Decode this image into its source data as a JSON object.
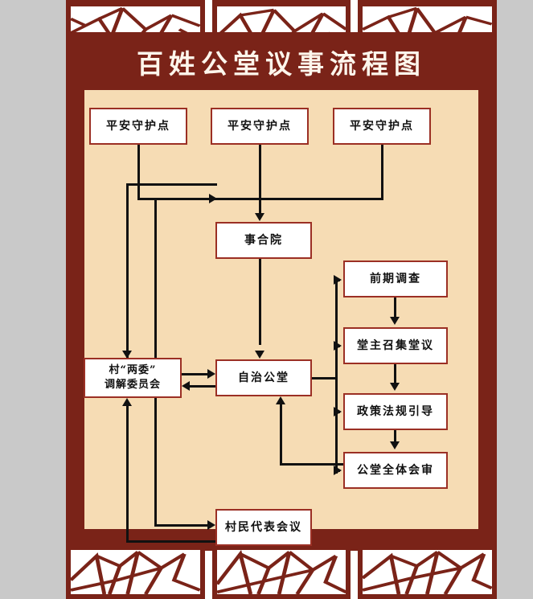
{
  "poster": {
    "title": "百姓公堂议事流程图",
    "colors": {
      "frame_red": "#7a2318",
      "board_tan": "#f6dcb4",
      "node_border": "#9b2f24",
      "node_fill": "#ffffff",
      "line_black": "#111111",
      "page_gray": "#c9c9c9",
      "title_text": "#fdf6ec"
    },
    "ornament": {
      "name": "ice-crack-lattice",
      "top_panels": 3,
      "bottom_panels": 3
    }
  },
  "nodes": {
    "guard_point_1": "平安守护点",
    "guard_point_2": "平安守护点",
    "guard_point_3": "平安守护点",
    "shiheyuan": "事合院",
    "village_committee_line1": "村“两委”",
    "village_committee_line2": "调解委员会",
    "zizhi_gongtang": "自治公堂",
    "preliminary_investigation": "前期调查",
    "host_convenes": "堂主召集堂议",
    "policy_guidance": "政策法规引导",
    "full_review": "公堂全体会审",
    "villager_rep_meeting": "村民代表会议"
  }
}
